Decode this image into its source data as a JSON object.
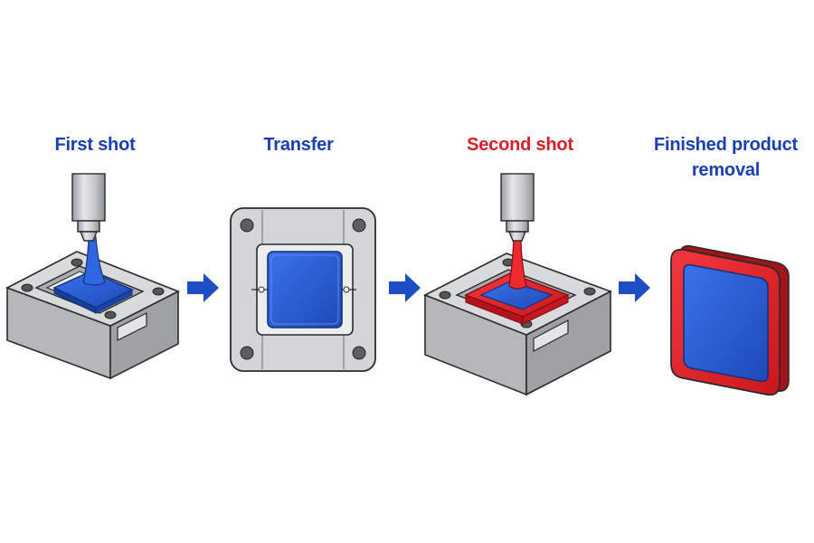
{
  "steps": [
    {
      "label": "First shot",
      "color": "#1a3fb5"
    },
    {
      "label": "Transfer",
      "color": "#1a3fb5"
    },
    {
      "label": "Second shot",
      "color": "#d81f26"
    },
    {
      "label_line1": "Finished product",
      "label_line2": "removal",
      "color": "#1a3fb5"
    }
  ],
  "colors": {
    "material_blue": "#2b5fd9",
    "material_red": "#e8222a",
    "mold_gray": "#c9cbce",
    "arrow_blue": "#1c4fc4"
  },
  "icons": [
    "mold-first-shot-icon",
    "arrow-right-icon",
    "mold-transfer-icon",
    "arrow-right-icon",
    "mold-second-shot-icon",
    "arrow-right-icon",
    "finished-part-icon"
  ]
}
